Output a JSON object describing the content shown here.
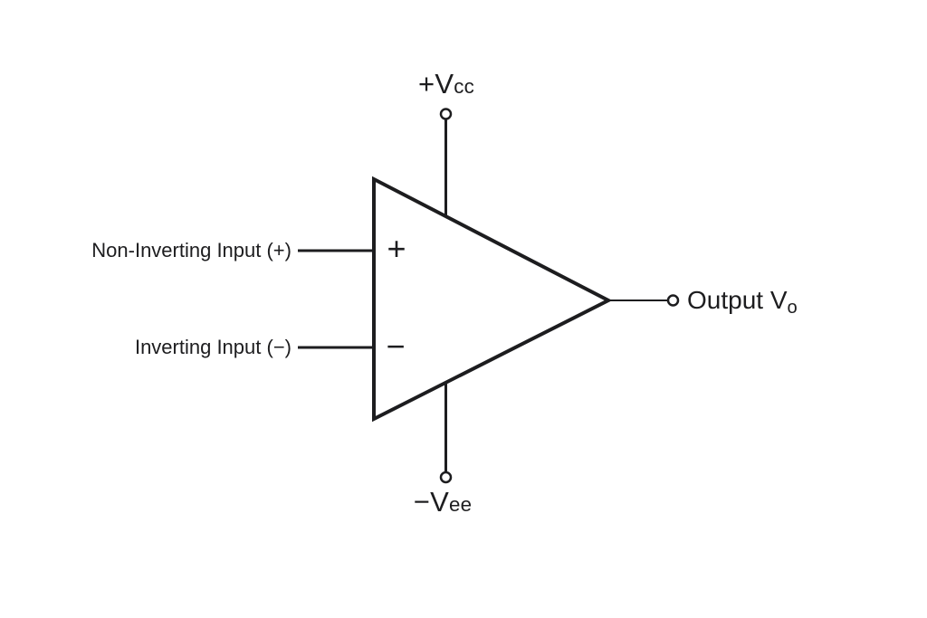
{
  "diagram": {
    "type": "op-amp-schematic-symbol",
    "labels": {
      "positive_supply": {
        "main": "+V",
        "sub": "cc"
      },
      "negative_supply": {
        "main": "−V",
        "sub": "ee"
      },
      "non_inverting_input": "Non-Inverting Input (+)",
      "inverting_input": "Inverting Input (−)",
      "output": {
        "main": "Output V",
        "sub": "o"
      },
      "plus_marker": "+",
      "minus_marker": "−"
    },
    "colors": {
      "line": "#1d1d1f",
      "background": "#ffffff"
    }
  }
}
